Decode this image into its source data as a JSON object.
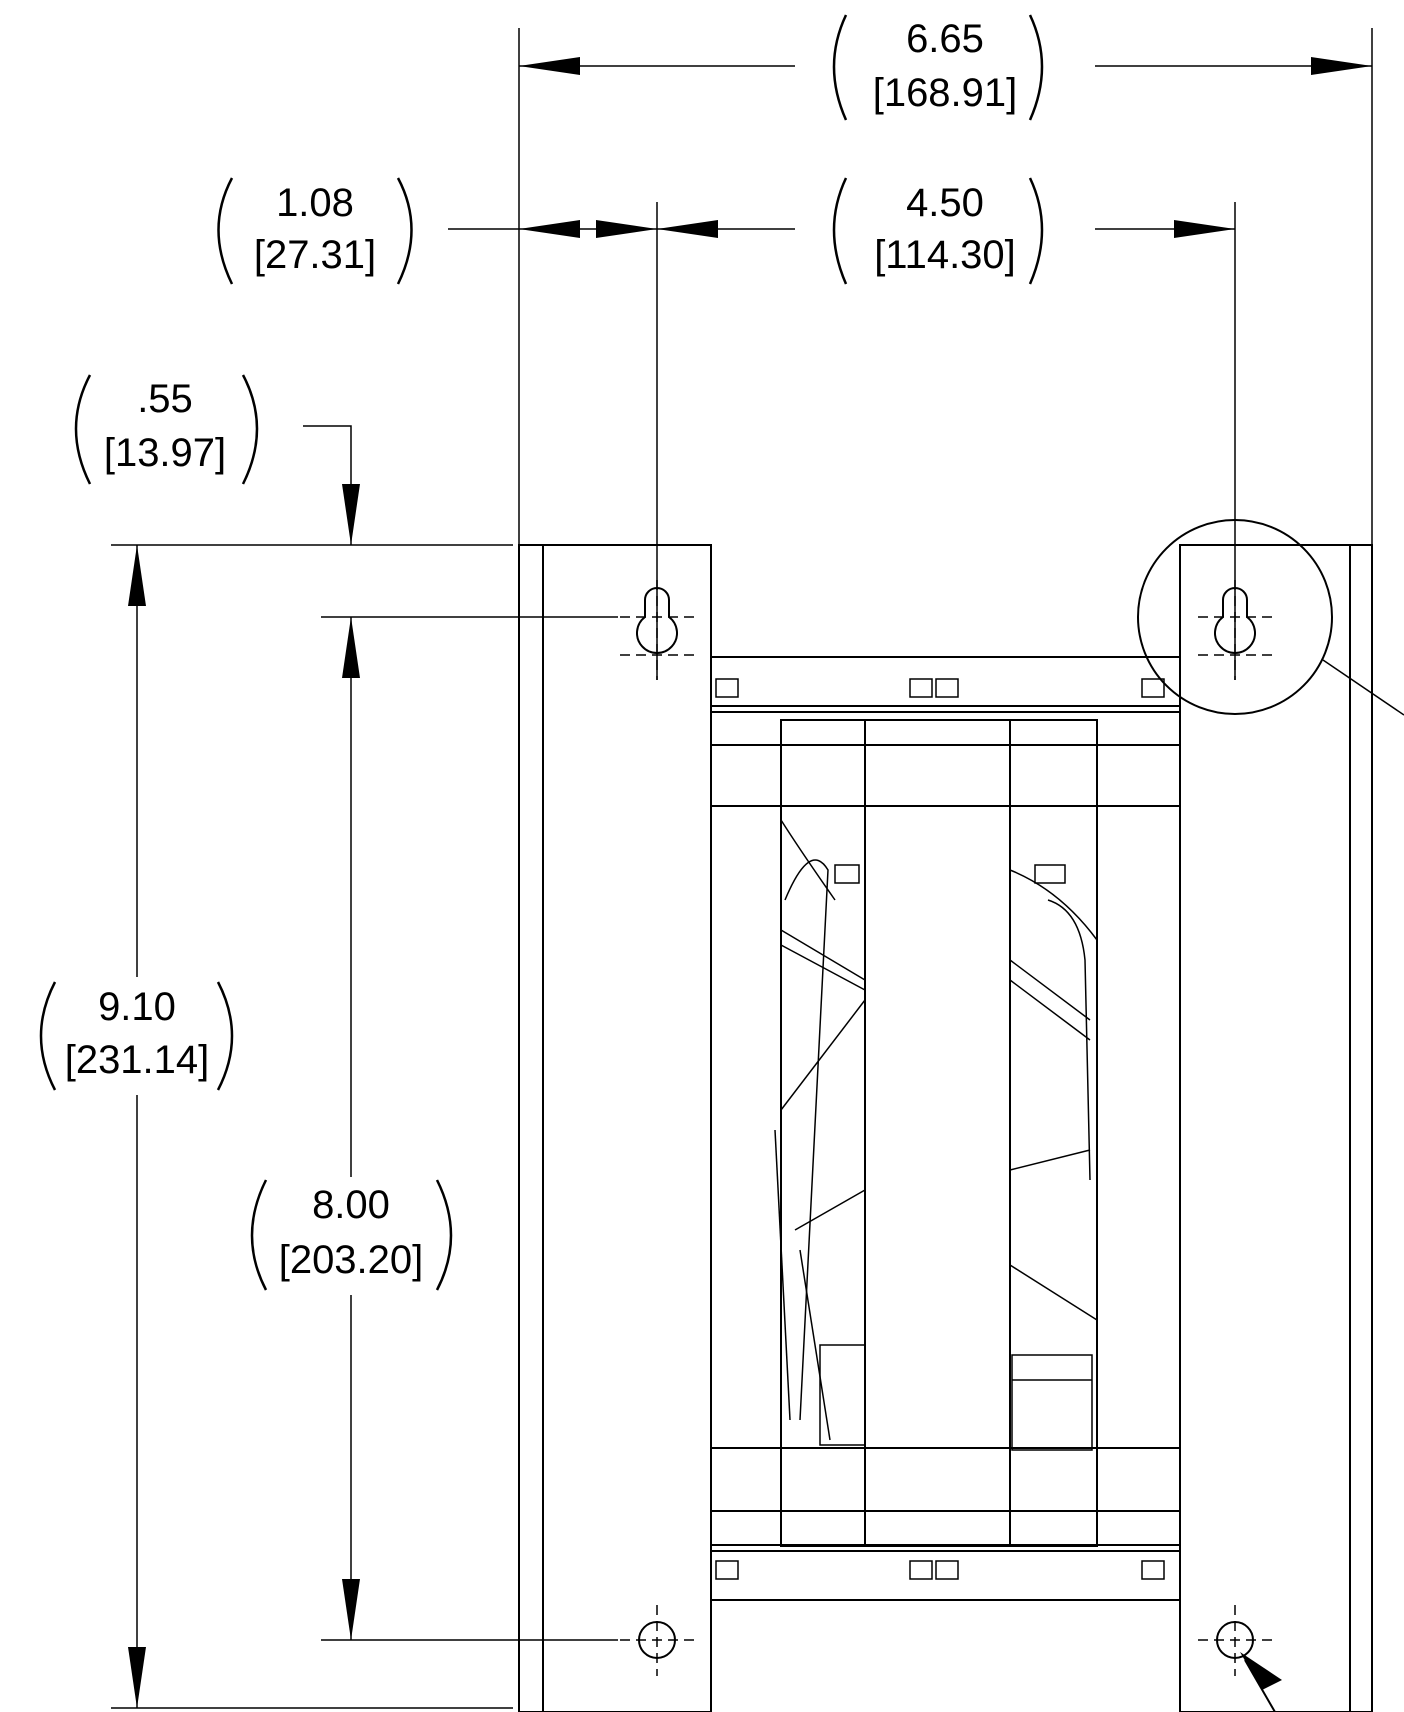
{
  "dimensions": {
    "overall_width": {
      "inch": "6.65",
      "mm": "[168.91]"
    },
    "edge_to_hole": {
      "inch": "1.08",
      "mm": "[27.31]"
    },
    "hole_spacing_horizontal": {
      "inch": "4.50",
      "mm": "[114.30]"
    },
    "top_to_hole": {
      "inch": ".55",
      "mm": "[13.97]"
    },
    "overall_height": {
      "inch": "9.10",
      "mm": "[231.14]"
    },
    "hole_spacing_vertical": {
      "inch": "8.00",
      "mm": "[203.20]"
    }
  }
}
